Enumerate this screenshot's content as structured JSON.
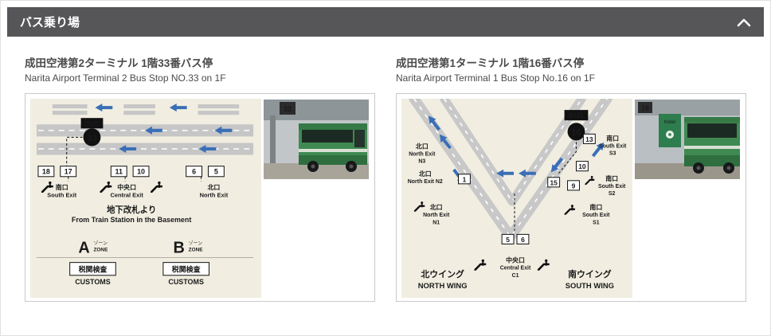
{
  "header": {
    "title": "バス乗り場"
  },
  "colors": {
    "header_bg": "#565659",
    "arrow_blue": "#3a6fb7",
    "map_bg": "#f1eee1",
    "bus_green": "#3f8a52"
  },
  "panels": [
    {
      "title_ja": "成田空港第2ターミナル 1階33番バス停",
      "title_en": "Narita Airport Terminal 2 Bus Stop NO.33 on 1F",
      "map": {
        "bus_label": "BUS",
        "bus_number": "33",
        "stops": [
          "18",
          "17",
          "11",
          "10",
          "6",
          "5"
        ],
        "exits": [
          {
            "lines": [
              "南口",
              "South Exit"
            ]
          },
          {
            "lines": [
              "中央口",
              "Central Exit"
            ]
          },
          {
            "lines": [
              "北口",
              "North Exit"
            ]
          }
        ],
        "basement_ja": "地下改札より",
        "basement_en": "From Train Station in the Basement",
        "zones": [
          {
            "letter": "A",
            "ja": "ゾーン",
            "en": "ZONE"
          },
          {
            "letter": "B",
            "ja": "ゾーン",
            "en": "ZONE"
          }
        ],
        "customs_ja": "税関検査",
        "customs_en": "CUSTOMS",
        "photo_sign": "33"
      }
    },
    {
      "title_ja": "成田空港第1ターミナル 1階16番バス停",
      "title_en": "Narita Airport Terminal 1 Bus Stop No.16 on 1F",
      "map": {
        "bus_label": "BUS",
        "bus_number": "16",
        "exits_north": [
          {
            "lines": [
              "北口",
              "North Exit",
              "N3"
            ]
          },
          {
            "lines": [
              "北口",
              "North Exit N2"
            ]
          },
          {
            "lines": [
              "北口",
              "North Exit",
              "N1"
            ]
          }
        ],
        "exits_south": [
          {
            "lines": [
              "南口",
              "South Exit",
              "S3"
            ]
          },
          {
            "lines": [
              "南口",
              "South Exit",
              "S2"
            ]
          },
          {
            "lines": [
              "南口",
              "South Exit",
              "S1"
            ]
          }
        ],
        "central_exit": {
          "lines": [
            "中央口",
            "Central Exit",
            "C1"
          ]
        },
        "stops": {
          "s1": "1",
          "s13": "13",
          "s10": "10",
          "s15": "15",
          "s9": "9",
          "s5": "5",
          "s6": "6"
        },
        "north_wing_ja": "北ウイング",
        "north_wing_en": "NORTH WING",
        "south_wing_ja": "南ウイング",
        "south_wing_en": "SOUTH WING",
        "photo_sign": "16",
        "photo_hotel_sign": "hotel"
      }
    }
  ]
}
